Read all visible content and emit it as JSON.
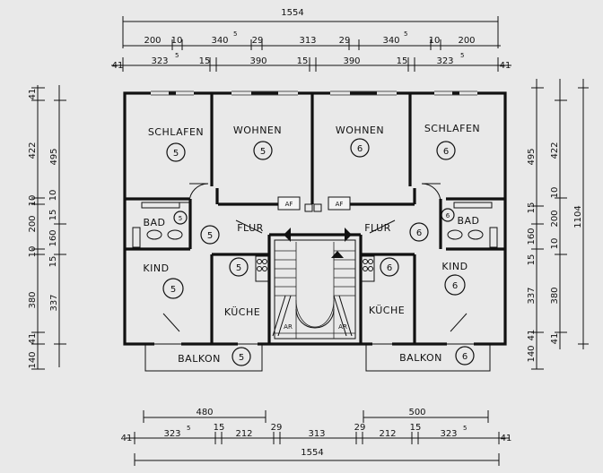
{
  "dimensions": {
    "top_total": "1554",
    "top_row1": [
      "200",
      "10",
      "340",
      "5",
      "29",
      "313",
      "29",
      "340",
      "5",
      "10",
      "200"
    ],
    "top_row2": [
      "41",
      "323",
      "5",
      "15",
      "390",
      "15",
      "390",
      "15",
      "323",
      "5",
      "41"
    ],
    "bottom_row1": [
      "480",
      "500"
    ],
    "bottom_row2": [
      "41",
      "323",
      "5",
      "15",
      "212",
      "29",
      "313",
      "29",
      "212",
      "15",
      "323",
      "5",
      "41"
    ],
    "bottom_total": "1554",
    "left_outer": [
      "41",
      "422",
      "10",
      "200",
      "10",
      "15",
      "160",
      "15",
      "380",
      "41",
      "140"
    ],
    "left_inner": [
      "495",
      "10",
      "337"
    ],
    "right_outer": [
      "495",
      "15",
      "160",
      "15",
      "337",
      "140",
      "41"
    ],
    "right_inner": [
      "422",
      "10",
      "200",
      "10",
      "380",
      "41"
    ],
    "right_total": "1104"
  },
  "rooms": {
    "schlafen_left": "SCHLAFEN",
    "wohnen_left": "WOHNEN",
    "wohnen_right": "WOHNEN",
    "schlafen_right": "SCHLAFEN",
    "bad_left": "BAD",
    "bad_right": "BAD",
    "flur_left": "FLUR",
    "flur_right": "FLUR",
    "kind_left": "KIND",
    "kind_right": "KIND",
    "kueche_left": "KÜCHE",
    "kueche_right": "KÜCHE",
    "balkon_left": "BALKON",
    "balkon_right": "BALKON",
    "af_left": "AF",
    "af_right": "AF",
    "ar_left": "AR",
    "ar_right": "AR"
  },
  "unit_numbers": {
    "left": "5",
    "right": "6"
  }
}
